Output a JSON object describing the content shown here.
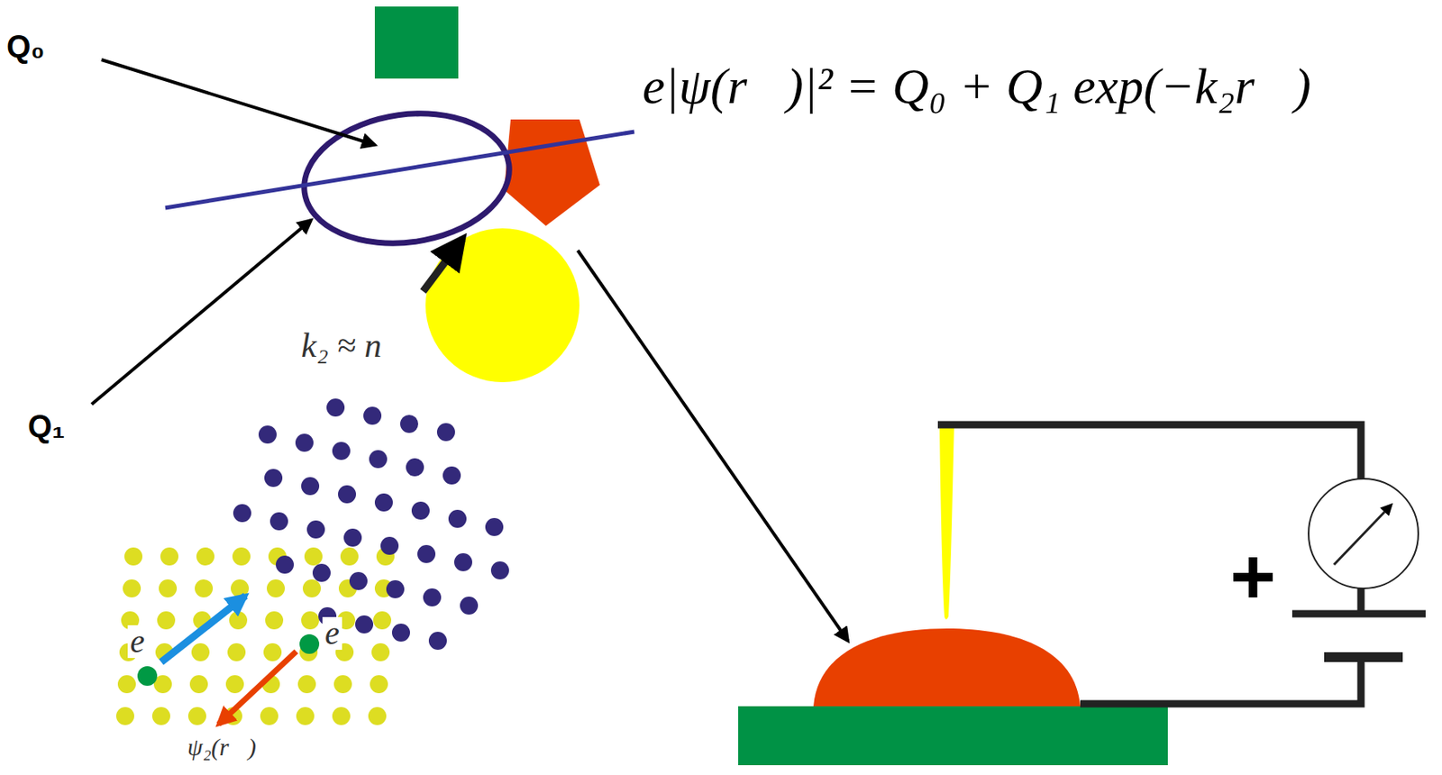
{
  "diagram": {
    "labels": [
      "Q₀",
      "Q₁",
      "e|ψ(r⃗)|² = Q₀ + Q₁ exp(−k₂r⃗)",
      "k₂ ≈ n",
      "e",
      "e",
      "ψ₂(r⃗)",
      "+"
    ]
  }
}
